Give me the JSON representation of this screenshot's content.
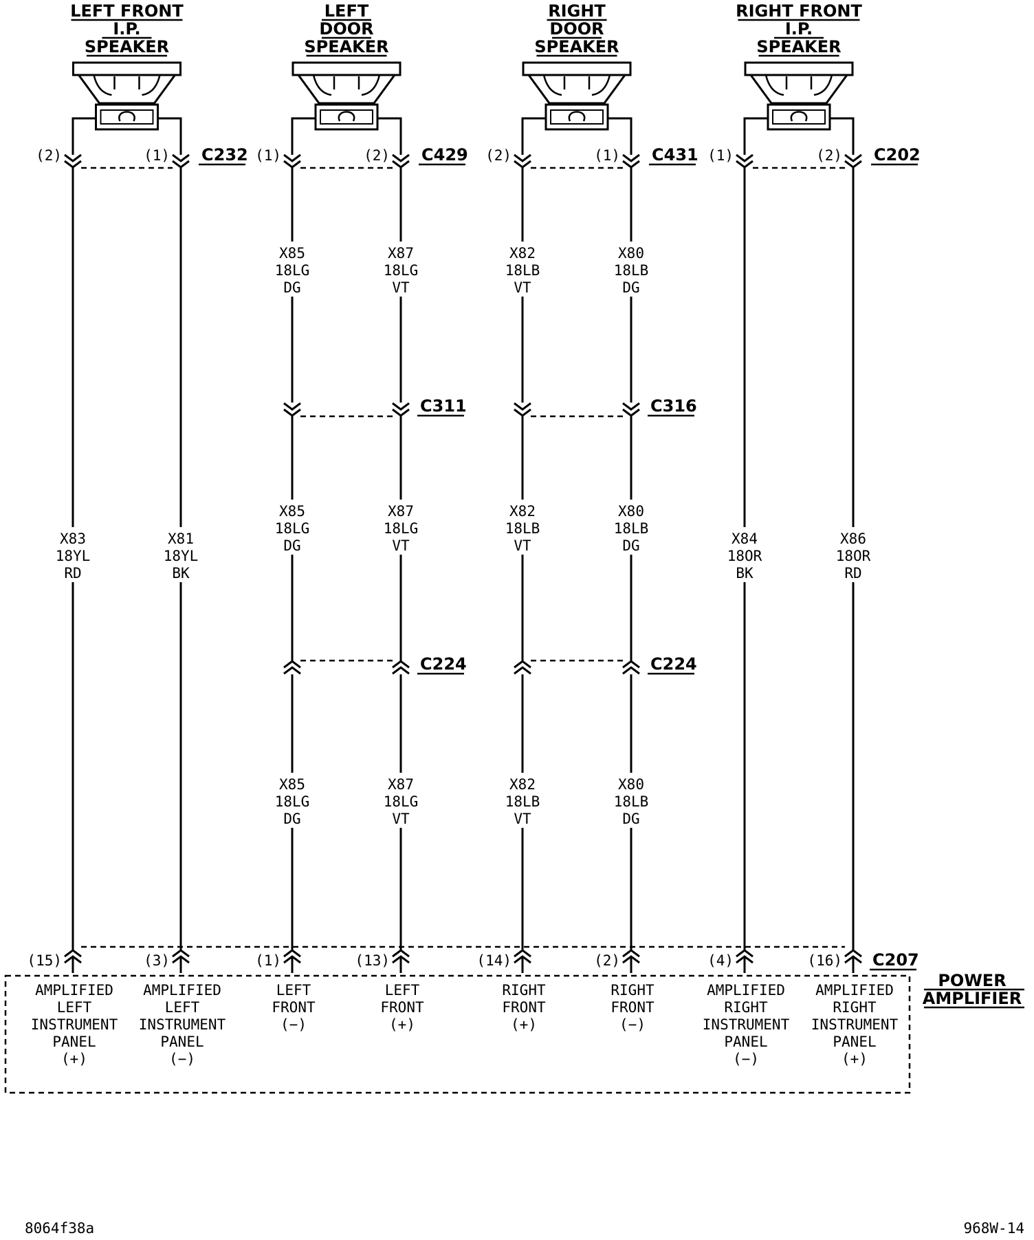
{
  "speakers": [
    {
      "title": [
        "LEFT FRONT",
        "I.P.",
        "SPEAKER"
      ],
      "connector": "C232",
      "left_pin": "(2)",
      "right_pin": "(1)"
    },
    {
      "title": [
        "LEFT",
        "DOOR",
        "SPEAKER"
      ],
      "connector": "C429",
      "left_pin": "(1)",
      "right_pin": "(2)"
    },
    {
      "title": [
        "RIGHT",
        "DOOR",
        "SPEAKER"
      ],
      "connector": "C431",
      "left_pin": "(2)",
      "right_pin": "(1)"
    },
    {
      "title": [
        "RIGHT FRONT",
        "I.P.",
        "SPEAKER"
      ],
      "connector": "C202",
      "left_pin": "(1)",
      "right_pin": "(2)"
    }
  ],
  "inline_connectors": [
    {
      "name": "C311",
      "pair": 1,
      "row": "upper"
    },
    {
      "name": "C316",
      "pair": 2,
      "row": "upper"
    },
    {
      "name": "C224",
      "pair": 1,
      "row": "lower"
    },
    {
      "name": "C224",
      "pair": 2,
      "row": "lower"
    }
  ],
  "wires": [
    {
      "label": [
        "X83",
        "18YL",
        "RD"
      ],
      "segments": 1
    },
    {
      "label": [
        "X81",
        "18YL",
        "BK"
      ],
      "segments": 1
    },
    {
      "label": [
        "X85",
        "18LG",
        "DG"
      ],
      "segments": 3
    },
    {
      "label": [
        "X87",
        "18LG",
        "VT"
      ],
      "segments": 3
    },
    {
      "label": [
        "X82",
        "18LB",
        "VT"
      ],
      "segments": 3
    },
    {
      "label": [
        "X80",
        "18LB",
        "DG"
      ],
      "segments": 3
    },
    {
      "label": [
        "X84",
        "18OR",
        "BK"
      ],
      "segments": 1
    },
    {
      "label": [
        "X86",
        "18OR",
        "RD"
      ],
      "segments": 1
    }
  ],
  "amplifier": {
    "connector": "C207",
    "name": [
      "POWER",
      "AMPLIFIER"
    ],
    "pins": [
      {
        "pin": "(15)",
        "function": [
          "AMPLIFIED",
          "LEFT",
          "INSTRUMENT",
          "PANEL",
          "(+)"
        ]
      },
      {
        "pin": "(3)",
        "function": [
          "AMPLIFIED",
          "LEFT",
          "INSTRUMENT",
          "PANEL",
          "(−)"
        ]
      },
      {
        "pin": "(1)",
        "function": [
          "LEFT",
          "FRONT",
          "(−)"
        ]
      },
      {
        "pin": "(13)",
        "function": [
          "LEFT",
          "FRONT",
          "(+)"
        ]
      },
      {
        "pin": "(14)",
        "function": [
          "RIGHT",
          "FRONT",
          "(+)"
        ]
      },
      {
        "pin": "(2)",
        "function": [
          "RIGHT",
          "FRONT",
          "(−)"
        ]
      },
      {
        "pin": "(4)",
        "function": [
          "AMPLIFIED",
          "RIGHT",
          "INSTRUMENT",
          "PANEL",
          "(−)"
        ]
      },
      {
        "pin": "(16)",
        "function": [
          "AMPLIFIED",
          "RIGHT",
          "INSTRUMENT",
          "PANEL",
          "(+)"
        ]
      }
    ]
  },
  "footer": {
    "left_code": "8064f38a",
    "right_code": "968W-14"
  }
}
